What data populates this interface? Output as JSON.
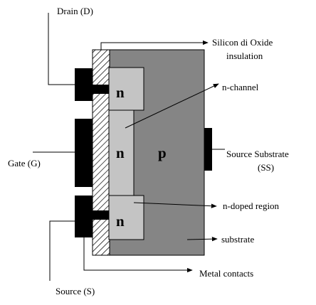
{
  "labels": {
    "drain": "Drain (D)",
    "oxide_line1": "Silicon di Oxide",
    "oxide_line2": "insulation",
    "n_channel": "n-channel",
    "gate": "Gate (G)",
    "source_substrate_line1": "Source Substrate",
    "source_substrate_line2": "(SS)",
    "n_doped_region": "n-doped region",
    "substrate": "substrate",
    "metal_contacts": "Metal contacts",
    "source": "Source (S)"
  },
  "regions": {
    "n_top": "n",
    "n_middle": "n",
    "p_body": "p",
    "n_bottom": "n"
  },
  "colors": {
    "substrate": "#858585",
    "n_region": "#c4c4c4",
    "metal": "#000000",
    "oxide_hatch": "#000000",
    "background": "#ffffff"
  }
}
